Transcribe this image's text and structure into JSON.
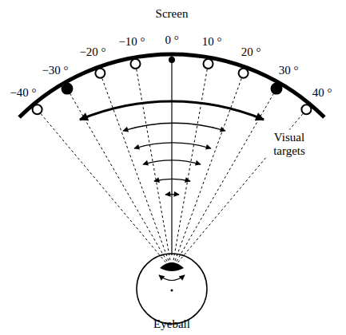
{
  "diagram": {
    "labels": [
      "Screen",
      "−40 °",
      "−30 °",
      "−20 °",
      "−10 °",
      "0 °",
      "10 °",
      "20 °",
      "30 °",
      "40 °",
      "Visual targets",
      "Eyeball"
    ]
  }
}
